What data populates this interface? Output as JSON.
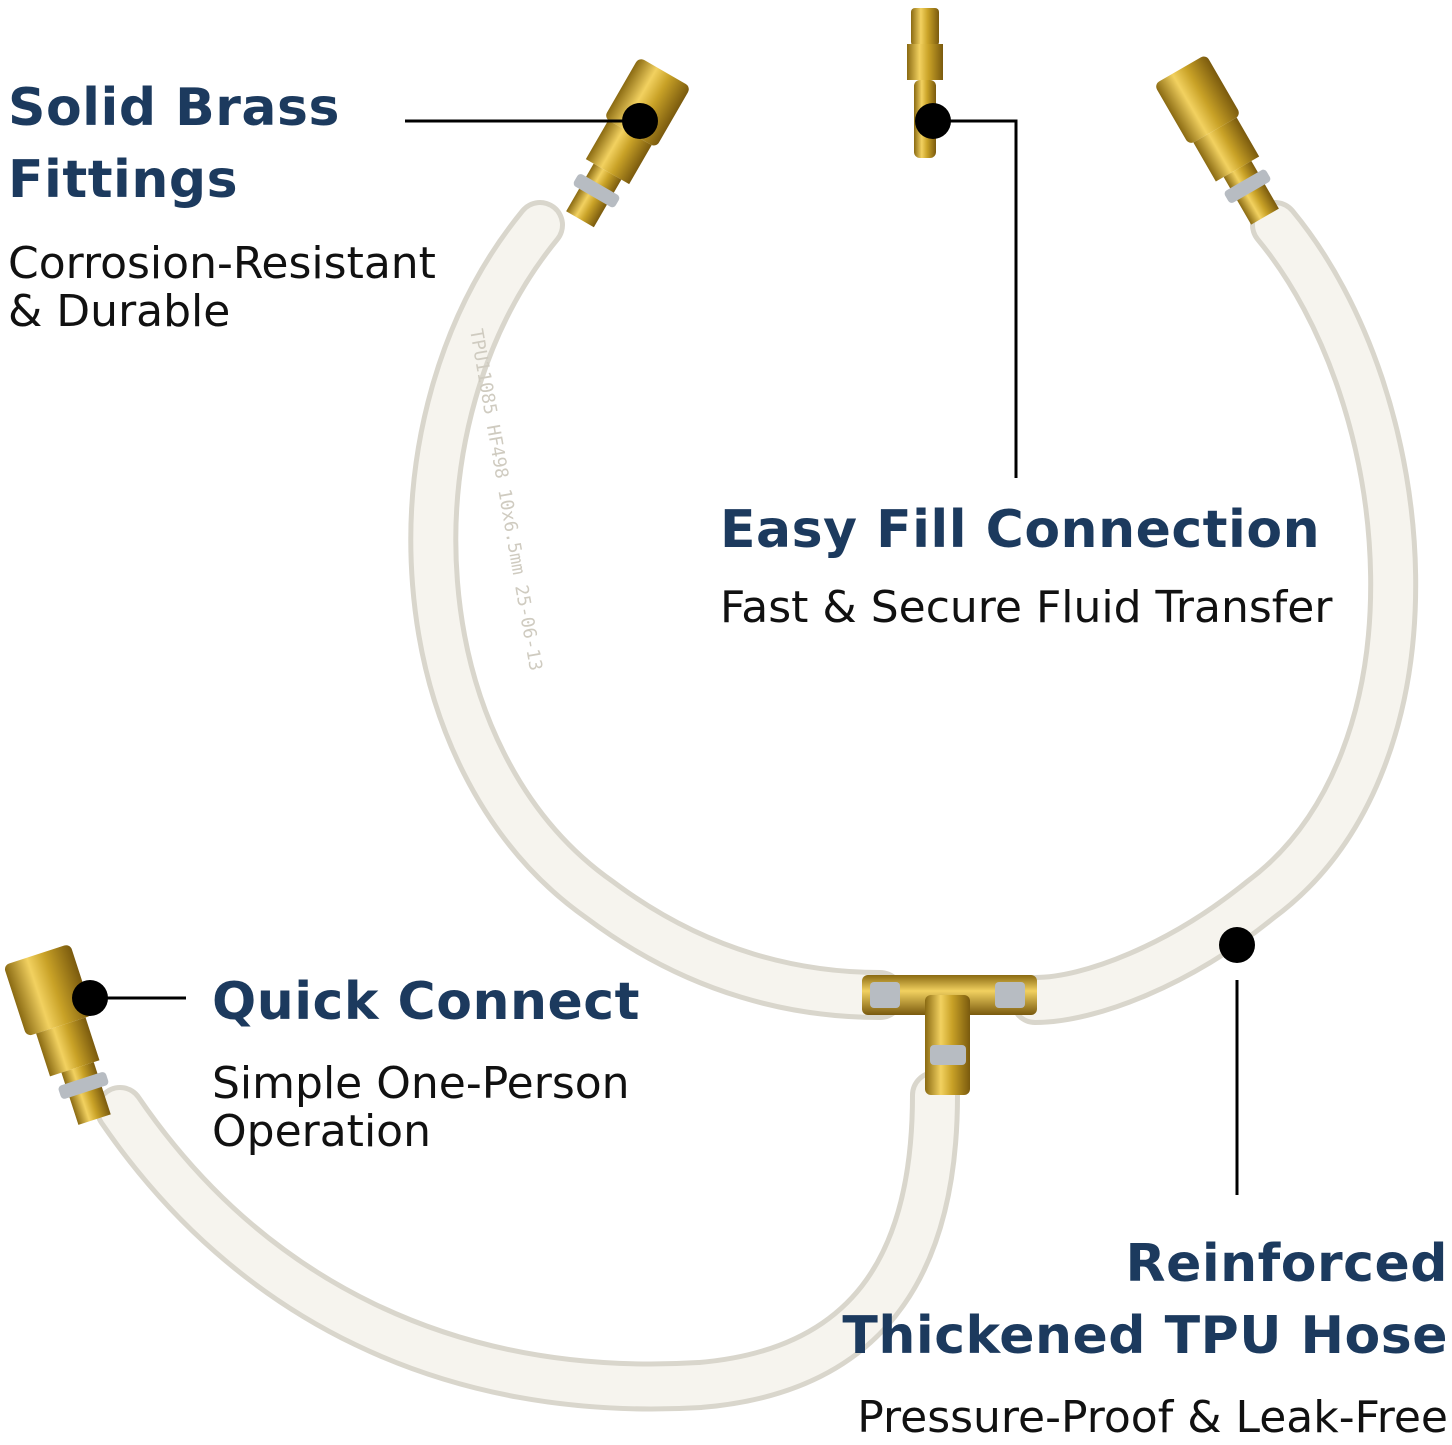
{
  "features": {
    "brass": {
      "title_line1": "Solid Brass",
      "title_line2": "Fittings",
      "sub_line1": "Corrosion-Resistant",
      "sub_line2": "& Durable"
    },
    "fill": {
      "title": "Easy Fill Connection",
      "sub": "Fast & Secure Fluid Transfer"
    },
    "quick": {
      "title": "Quick Connect",
      "sub_line1": "Simple One-Person",
      "sub_line2": "Operation"
    },
    "hose": {
      "title_line1": "Reinforced",
      "title_line2": "Thickened TPU Hose",
      "sub": "Pressure-Proof & Leak-Free"
    }
  },
  "hose_print": "TPU11085 HF498 10x6.5mm 25-06-13",
  "colors": {
    "title": "#1c3a5e",
    "text": "#111111",
    "brass": "#c9a227",
    "hose": "#f3f1ea",
    "marker": "#000000"
  }
}
